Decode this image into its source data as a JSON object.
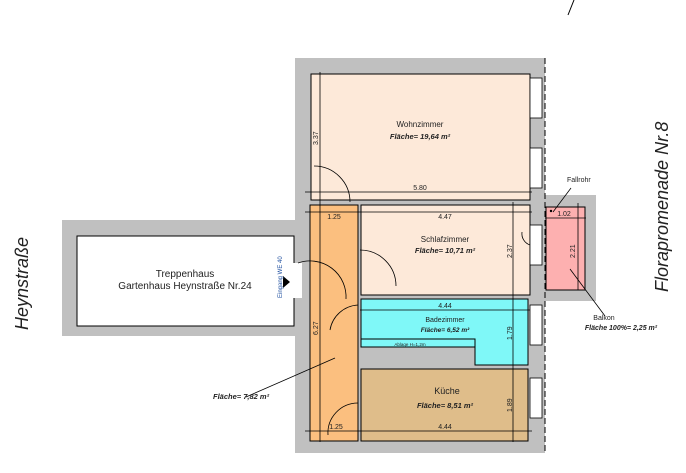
{
  "streets": {
    "left": "Heynstraße",
    "right": "Florapromenade Nr.8"
  },
  "stairwell": {
    "line1": "Treppenhaus",
    "line2": "Gartenhaus Heynstraße Nr.24",
    "entrance": "Eingang WE 40"
  },
  "rooms": {
    "wohnzimmer": {
      "name": "Wohnzimmer",
      "area": "Fläche= 19,64 m²",
      "width": "5.80",
      "depth": "3.37"
    },
    "schlafzimmer": {
      "name": "Schlafzimmer",
      "area": "Fläche= 10,71 m²",
      "width": "4.47",
      "depth": "2.37"
    },
    "badezimmer": {
      "name": "Badezimmer",
      "area": "Fläche= 6,52 m²",
      "width": "4.44",
      "depth": "1.79",
      "shelf": "Ablage H=1,2m"
    },
    "kueche": {
      "name": "Küche",
      "area": "Fläche= 8,51 m²",
      "width": "4.44",
      "depth": "1.89"
    },
    "flur": {
      "area": "Fläche= 7,82 m²",
      "width_top": "1.25",
      "width_bottom": "1.25",
      "length": "6.27"
    },
    "balkon": {
      "name": "Balkon",
      "area": "Fläche 100%= 2,25 m²",
      "width": "1.02",
      "depth": "2.21",
      "pipe": "Fallrohr"
    }
  },
  "colors": {
    "wall": "#c0c0c0",
    "living": "#fde9d9",
    "hall": "#fbbf7f",
    "bath": "#7ff8f8",
    "kitchen": "#dfbd8a",
    "balcony": "#fdb0b0"
  }
}
